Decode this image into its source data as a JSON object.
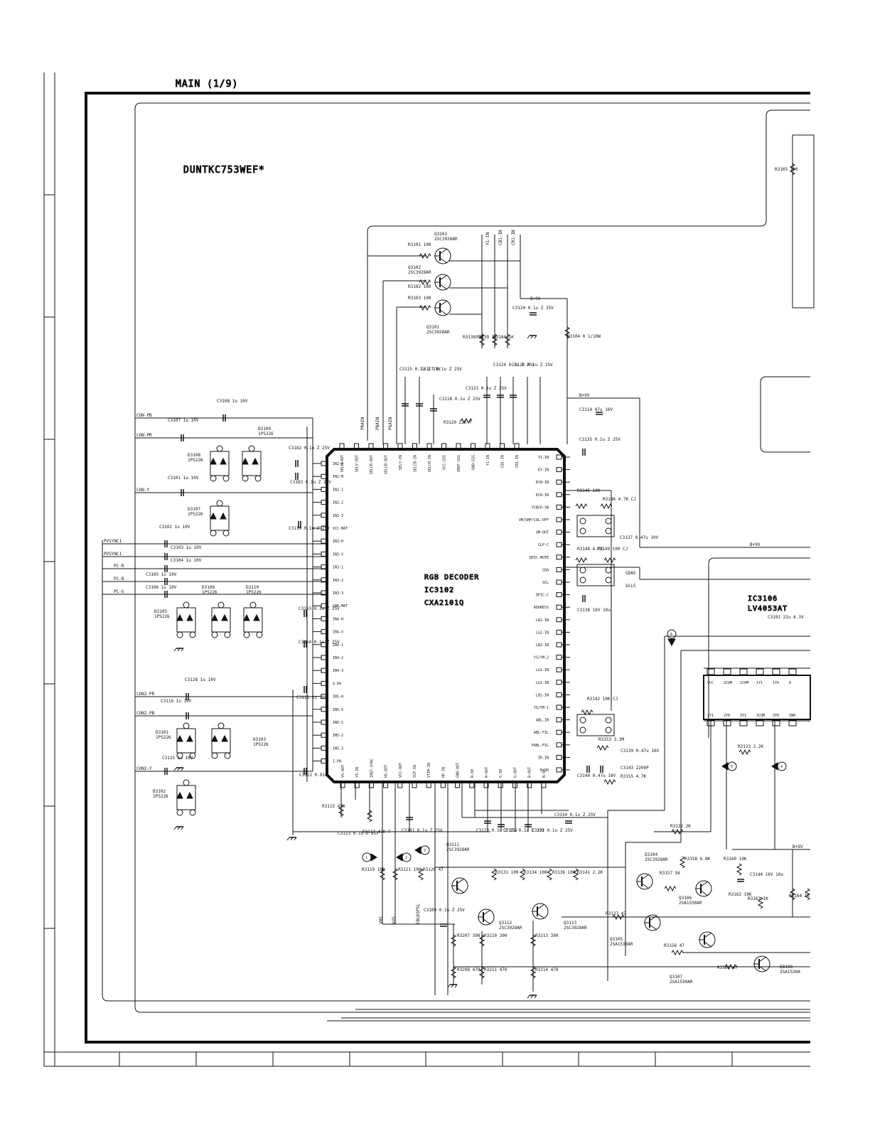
{
  "header": {
    "sheet_title": "MAIN (1/9)",
    "board_code": "DUNTKC753WEF*"
  },
  "ic_main": {
    "function": "RGB DECODER",
    "ref": "IC3102",
    "part": "CXA2101Q",
    "pins_left": [
      "IN2-H",
      "IN2-M",
      "IN2-1",
      "IN2-2",
      "IN2-3",
      "VCC-MAT",
      "IN3-H",
      "IN3-V",
      "IN3-1",
      "IN3-2",
      "IN3-3",
      "GND-MAT",
      "IN4-H",
      "IN4-V",
      "IN4-1",
      "IN4-2",
      "IN4-3",
      "V-PH",
      "IN5-H",
      "IN5-V",
      "IN5-1",
      "IN5-2",
      "IN5-3",
      "I-PH"
    ],
    "pins_right": [
      "Y1-IN",
      "EY-IN",
      "ECB-IN",
      "ECR-IN",
      "YCBCR-SW",
      "VM/SHP/COL-OFF",
      "VM-OUT",
      "CLP-C",
      "DPIC-MUTE",
      "SDA",
      "SCL",
      "DPIC-C",
      "ADDRESS",
      "LR2-IN",
      "LG2-IN",
      "LB2-IN",
      "YS/YM-2",
      "LG1-IN",
      "LG1-IN",
      "LB1-IN",
      "YS/YM-1",
      "ABL-IN",
      "ABL-FIL",
      "PABL-FIL",
      "IK-IN",
      "B-SH"
    ],
    "pins_top": [
      "SELH-OUT",
      "SELV-OUT",
      "SELCR-OUT",
      "SELCB-OUT",
      "SELY-IN",
      "SELCB-IN",
      "SELCR-IN",
      "VCC-SIG",
      "IREF-SIG",
      "GND-SIG",
      "Y1-IN",
      "CB1-IN",
      "CR1-IN"
    ],
    "pins_bottom": [
      "VS-OUT",
      "YS-IN",
      "IREF-SYNC",
      "HS-OUT",
      "VCC-OUT",
      "SCP-IN",
      "VTIM-IN",
      "HP-IN",
      "GND-OUT",
      "R-SH",
      "R-OUT",
      "G-SH",
      "G-OUT",
      "B-OUT",
      "B-SH"
    ]
  },
  "ic_sw": {
    "ref": "IC3106",
    "part": "LV4053AT",
    "pins_top": [
      "VCC",
      "2COM",
      "1COM",
      "1Y1",
      "1Y0",
      "A"
    ],
    "pins_bottom": [
      "2Y1",
      "2Y0",
      "3Y1",
      "3COM",
      "3Y0",
      "INH"
    ]
  },
  "inputs": [
    "CON-PB",
    "CON-PR",
    "CON-Y",
    "PVSYNC1",
    "PVSYNC1",
    "PC-R",
    "PC-B",
    "PC-G",
    "CON2-PR",
    "CON2-PB",
    "CON2-Y"
  ],
  "top_labels": [
    "Y1-IN",
    "CB1-IN",
    "CR1-IN"
  ],
  "net_labels": [
    "PRAIN",
    "PBAIN",
    "PGAIN",
    "B+9V",
    "B+9V",
    "SDA5",
    "SCL5",
    "VHS",
    "VVS",
    "CBLKSPSL",
    "B+9V",
    "B+9V"
  ],
  "transistors": [
    {
      "ref": "Q3103",
      "part": "2SC3928AR"
    },
    {
      "ref": "Q3102",
      "part": "2SC3928AR"
    },
    {
      "ref": "Q3101",
      "part": "2SC3928AR"
    },
    {
      "ref": "Q3111",
      "part": "2SC3928AR"
    },
    {
      "ref": "Q3112",
      "part": "2SC3928AR"
    },
    {
      "ref": "Q3113",
      "part": "2SC3928AR"
    },
    {
      "ref": "Q3104",
      "part": "2SC3928AR"
    },
    {
      "ref": "Q3106",
      "part": "2SA1530AR"
    },
    {
      "ref": "Q3105",
      "part": "2SA1530AR"
    },
    {
      "ref": "Q3107",
      "part": "2SA1530AR"
    },
    {
      "ref": "Q3108",
      "part": "2SA1530A"
    }
  ],
  "diodes": [
    {
      "ref": "D3109",
      "part": "1PS226"
    },
    {
      "ref": "D3108",
      "part": "1PS226"
    },
    {
      "ref": "D3107",
      "part": "1PS226"
    },
    {
      "ref": "D3105",
      "part": "1PS226"
    },
    {
      "ref": "D3106",
      "part": "1PS226"
    },
    {
      "ref": "D3110",
      "part": "1PS226"
    },
    {
      "ref": "D3101",
      "part": "1PS226"
    },
    {
      "ref": "D3103",
      "part": "1PS226"
    },
    {
      "ref": "D3102",
      "part": "1PS226"
    }
  ],
  "components": [
    "R3101 100",
    "R3102 100",
    "R3103 100",
    "R3104 0 1/10W",
    "R3138 1K",
    "R3139 1K",
    "R3184 1K",
    "C3120 0.1u Z 25V",
    "C3115 0.1u Z 25V",
    "C3117 0.1u Z 25V",
    "C3118 0.1u Z 25V",
    "C3124 0.1u Z 25V",
    "C3126 0.1u Z 25V",
    "C3121 0.1u Z 25V",
    "R3129 22K F",
    "C3114 47u 16V",
    "C3135 0.1u Z 25V",
    "C3108 1u 10V",
    "C3107 1u 10V",
    "C3101 1u 10V",
    "C3182 0.1u Z 25V",
    "C3183 0.1u Z 25V",
    "C3110 0.1u Z 25V",
    "C3102 1u 10V",
    "C3103 1u 10V",
    "C3104 1u 10V",
    "C3105 1u 10V",
    "C3106 1u 10V",
    "C3163 0.1u Z 25V",
    "C3164 0.1u Z 25V",
    "C3128 1u 10V",
    "C3116 1u 10V",
    "C3111 1u 10V",
    "C3125 1u 10V",
    "C3112 0.01u",
    "R3145 10K",
    "R3146 4.7K CJ",
    "C3137 0.47u 10V",
    "R3148 4.7K",
    "R3149 100 CJ",
    "C3138 16V 10u",
    "R3142 10K CJ",
    "R3153 3.3M",
    "C3139 0.47u 10V",
    "C3143 2200P",
    "C3140 0.47u 10V",
    "R3155 4.7K",
    "R3115 470",
    "C3113 0.1u Z 25V",
    "R3117 47K F",
    "C3181 0.1u Z 25V",
    "C3122 0.1u Z 25V",
    "C3127 0.1u Z 25V",
    "C3131 0.1u Z 25V",
    "C3134 0.1u Z 25V",
    "R3122 2K",
    "R3123 2.2K",
    "C3191 22u 6.3V",
    "R3119 100",
    "R3121 100",
    "R3126 47",
    "R3131 100",
    "R3134 100",
    "R3136 100",
    "R3141 2.2K",
    "R3157 56",
    "R3158 6.8K",
    "R3160 10K",
    "R3162 10K",
    "C3144 16V 10u",
    "R3163 1K",
    "R3164 1K",
    "C3109 0.1u Z 25V",
    "R3207 390",
    "R3210 390",
    "R3213 390",
    "R3208 470",
    "R3211 470",
    "R3214 470",
    "R3137 47",
    "R3156 47",
    "R3161 47",
    "R3165 100"
  ],
  "markers": [
    "1",
    "2",
    "3",
    "4",
    "5",
    "6"
  ],
  "colors": {
    "ink": "#111111",
    "background": "#ffffff"
  }
}
